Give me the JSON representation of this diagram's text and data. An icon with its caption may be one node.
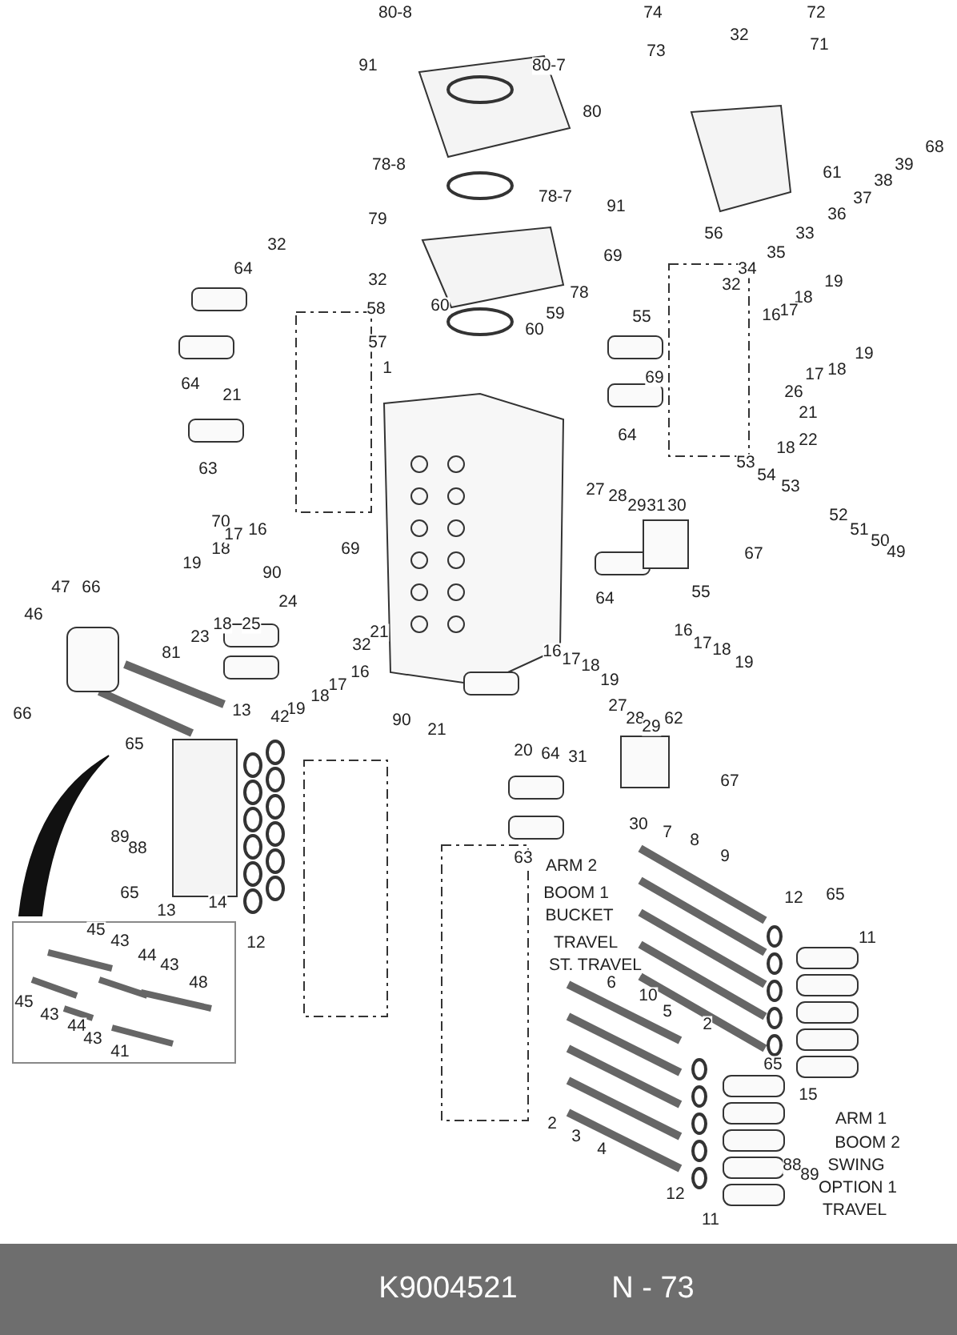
{
  "diagram": {
    "labels": [
      "80-8",
      "74",
      "72",
      "32",
      "73",
      "71",
      "80-7",
      "91",
      "80",
      "68",
      "39",
      "38",
      "61",
      "78-8",
      "37",
      "78-7",
      "91",
      "79",
      "36",
      "33",
      "56",
      "69",
      "32",
      "35",
      "34",
      "32",
      "32",
      "78",
      "19",
      "64",
      "18",
      "17",
      "16",
      "58",
      "59",
      "60",
      "55",
      "60",
      "57",
      "19",
      "18",
      "17",
      "1",
      "26",
      "69",
      "21",
      "21",
      "64",
      "22",
      "18",
      "64",
      "63",
      "53",
      "54",
      "53",
      "27",
      "28",
      "29",
      "31",
      "30",
      "52",
      "70",
      "51",
      "18",
      "17",
      "16",
      "50",
      "49",
      "19",
      "67",
      "90",
      "69",
      "64",
      "55",
      "24",
      "25",
      "47",
      "66",
      "18",
      "32",
      "21",
      "46",
      "16",
      "17",
      "18",
      "19",
      "81",
      "23",
      "16",
      "17",
      "18",
      "16",
      "17",
      "18",
      "19",
      "19",
      "90",
      "21",
      "27",
      "28",
      "29",
      "62",
      "66",
      "13",
      "42",
      "20",
      "64",
      "31",
      "67",
      "65",
      "30",
      "7",
      "8",
      "9",
      "89",
      "88",
      "63",
      "14",
      "65",
      "13",
      "ARM 2",
      "BOOM 1",
      "BUCKET",
      "TRAVEL",
      "ST. TRAVEL",
      "12",
      "65",
      "11",
      "12",
      "45",
      "43",
      "44",
      "43",
      "48",
      "45",
      "43",
      "44",
      "43",
      "41",
      "6",
      "10",
      "5",
      "2",
      "65",
      "15",
      "2",
      "3",
      "4",
      "ARM 1",
      "BOOM 2",
      "SWING",
      "OPTION 1",
      "88",
      "89",
      "TRAVEL",
      "12",
      "11",
      "K9004521",
      "N - 73"
    ]
  }
}
